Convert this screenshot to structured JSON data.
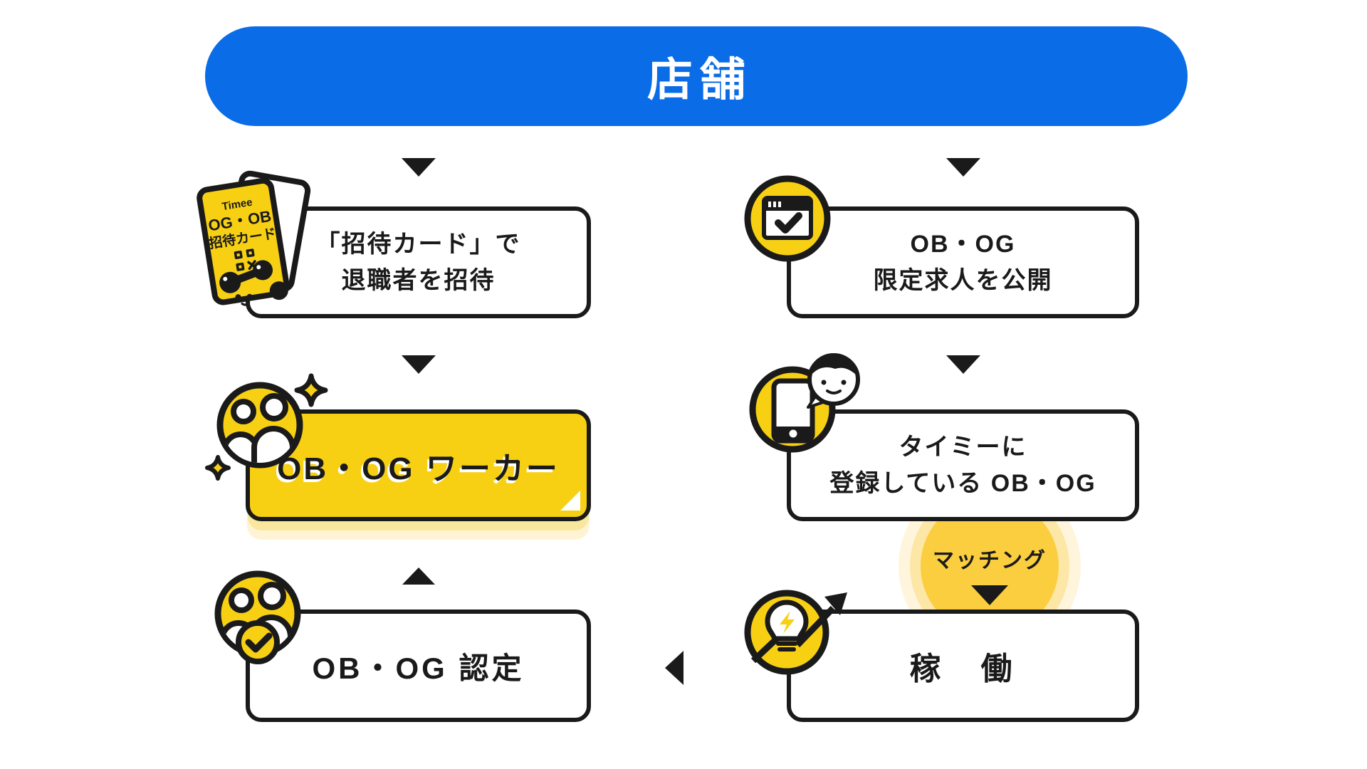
{
  "banner": {
    "title": "店舗"
  },
  "invite_card": {
    "brand": "Timee",
    "line1": "OG・OB",
    "line2": "招待カード"
  },
  "left": {
    "step1": {
      "line1": "「招待カード」で",
      "line2": "退職者を招待"
    },
    "worker": {
      "label": "OB・OG ワーカー"
    },
    "certify": {
      "label": "OB・OG 認定"
    }
  },
  "right": {
    "step1": {
      "line1": "OB・OG",
      "line2": "限定求人を公開"
    },
    "step2": {
      "line1": "タイミーに",
      "line2": "登録している OB・OG"
    },
    "matching": {
      "label": "マッチング"
    },
    "work": {
      "label": "稼　働"
    }
  },
  "colors": {
    "banner_blue": "#0a6ce6",
    "brand_yellow": "#f7d014",
    "ink_black": "#1a1a1a",
    "glow_inner": "#fbce3f",
    "glow_mid": "#fce7a6",
    "glow_outer": "#fef5dc"
  }
}
